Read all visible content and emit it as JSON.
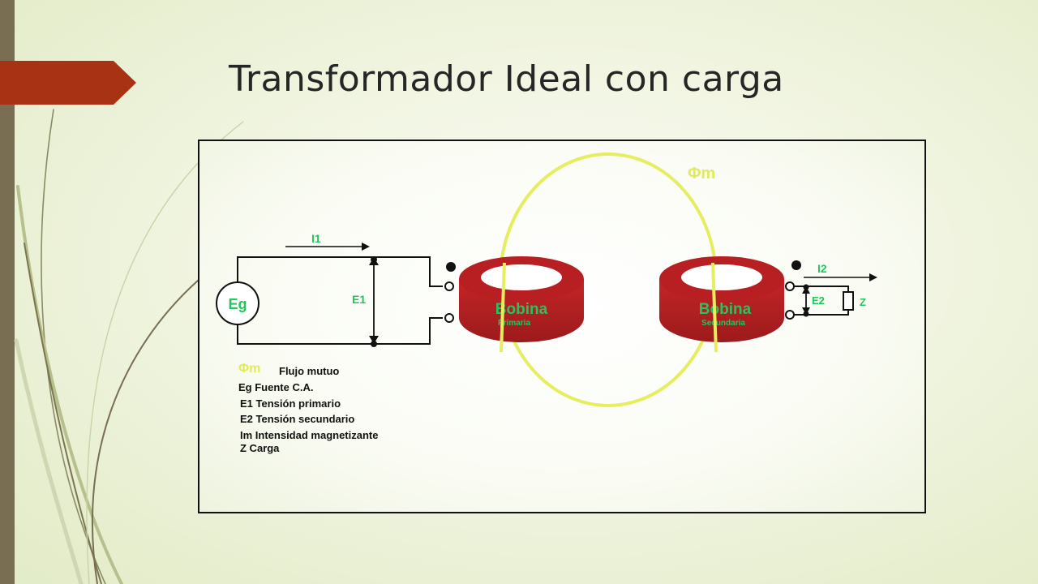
{
  "title": "Transformador Ideal con carga",
  "colors": {
    "accent_arrow": "#a83214",
    "left_bar": "#7a6e52",
    "coil": "#b01e20",
    "flux": "#e6ee60",
    "label_green": "#22c55e"
  },
  "diagram": {
    "current_primary": "I1",
    "current_secondary": "I2",
    "source": "Eg",
    "voltage_primary": "E1",
    "voltage_secondary": "E2",
    "load": "Z",
    "flux_symbol": "Φm",
    "primary_coil": {
      "name": "Bobina",
      "sub": "Primaria"
    },
    "secondary_coil": {
      "name": "Bobina",
      "sub": "Secundaria"
    }
  },
  "legend": {
    "flux": "Flujo mutuo",
    "items": [
      "Eg  Fuente C.A.",
      "E1 Tensión primario",
      "E2  Tensión secundario",
      "Im  Intensidad magnetizante",
      "Z  Carga"
    ]
  }
}
